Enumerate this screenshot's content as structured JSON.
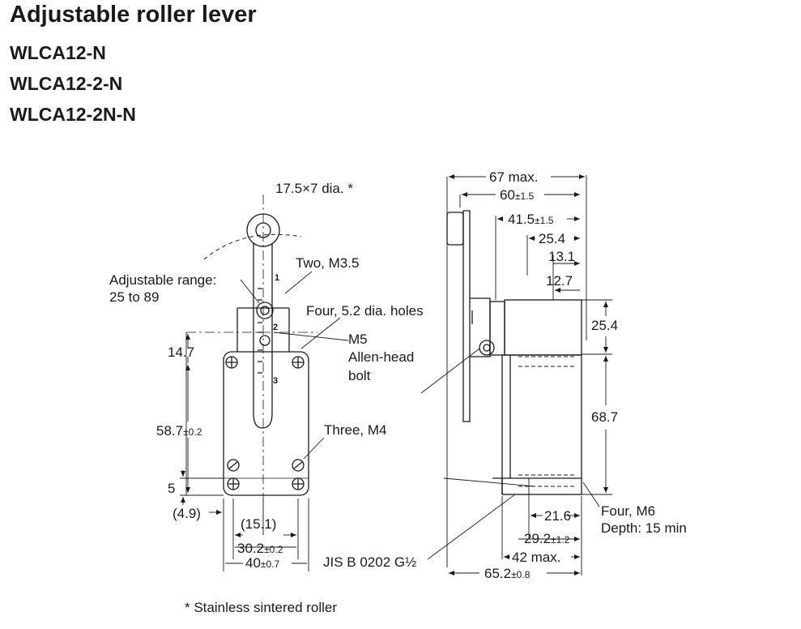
{
  "header": {
    "title": "Adjustable roller lever",
    "models": [
      "WLCA12-N",
      "WLCA12-2-N",
      "WLCA12-2N-N"
    ]
  },
  "front_view": {
    "roller_label": "17.5×7 dia. *",
    "adjustable_label_line1": "Adjustable range:",
    "adjustable_label_line2": "25 to 89",
    "two_m35": "Two, M3.5",
    "four_holes": "Four, 5.2 dia. holes",
    "m5_line1": "M5",
    "m5_line2": "Allen-head",
    "m5_line3": "bolt",
    "three_m4": "Three, M4",
    "dim_14_7": "14.7",
    "dim_58_7": "58.7",
    "dim_58_7_tol": "±0.2",
    "dim_5": "5",
    "dim_4_9": "(4.9)",
    "dim_15_1": "(15.1)",
    "dim_30_2": "30.2",
    "dim_30_2_tol": "±0.2",
    "dim_40": "40",
    "dim_40_tol": "±0.7",
    "scale_1": "1",
    "scale_2": "2",
    "scale_3": "3",
    "jis": "JIS B 0202 G½"
  },
  "side_view": {
    "dim_67": "67 max.",
    "dim_60": "60",
    "dim_60_tol": "±1.5",
    "dim_41_5": "41.5",
    "dim_41_5_tol": "±1.5",
    "dim_25_4_top": "25.4",
    "dim_13_1": "13.1",
    "dim_12_7": "12.7",
    "dim_25_4_right": "25.4",
    "dim_68_7": "68.7",
    "four_m6_line1": "Four, M6",
    "four_m6_line2": "Depth: 15 min",
    "dim_21_6": "21.6",
    "dim_29_2": "29.2",
    "dim_29_2_tol": "±1.2",
    "dim_42": "42 max.",
    "dim_65_2": "65.2",
    "dim_65_2_tol": "±0.8"
  },
  "footnote": "* Stainless sintered roller"
}
